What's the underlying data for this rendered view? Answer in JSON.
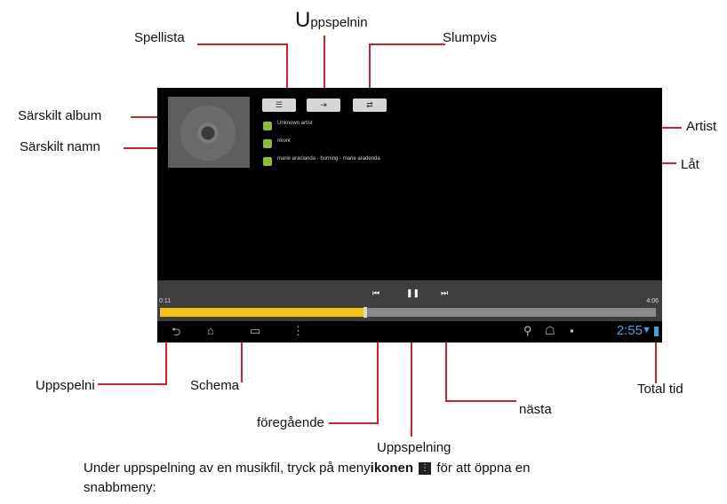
{
  "labels": {
    "spellista": "Spellista",
    "uppspelning_top_big": "U",
    "uppspelning_top_rest": "ppspelnin",
    "slumpvis": "Slumpvis",
    "sarskilt_album": "Särskilt album",
    "sarskilt_namn": "Särskilt  namn",
    "artist": "Artist",
    "lat": "Låt",
    "uppspelni": "Uppspelni",
    "schema": "Schema",
    "foregaend": "föregående",
    "uppspelning_bottom": "Uppspelning",
    "nasta": "nästa",
    "total_tid": "Total  tid"
  },
  "player": {
    "buttons": [
      "☰",
      "⇥",
      "⇄"
    ],
    "track_rows": [
      {
        "text": "Unknown artist"
      },
      {
        "text": "nkont"
      },
      {
        "text": "marie araclanda - burning - marie aradenda"
      }
    ],
    "time_elapsed": "0:11",
    "time_total": "4:06",
    "controls": {
      "prev": "⏮",
      "play_pause": "❚❚",
      "next": "⏭"
    },
    "progress_fraction": 0.41,
    "clock": "2:55",
    "nav": {
      "back": "⮌",
      "home": "⌂",
      "recent": "▭",
      "menu": "⋮"
    },
    "status": {
      "usb": "⚲",
      "android": "☖",
      "signal": "▪"
    }
  },
  "caption": {
    "line1_a": "Under uppspelning av en musikfil, tryck på meny",
    "line1_bold": "ikonen",
    "line1_b": "för att öppna en",
    "line2": "snabbmeny:"
  },
  "colors": {
    "accent_line": "#d9202a",
    "progress": "#f2c411",
    "icon_green": "#8bbd2c",
    "clock": "#3aa8e0"
  }
}
